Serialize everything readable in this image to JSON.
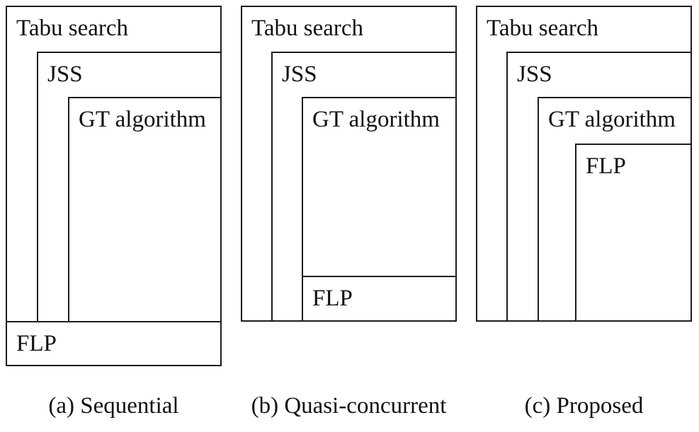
{
  "colors": {
    "background": "#ffffff",
    "line": "#1c1c1c",
    "text": "#111111"
  },
  "panels": {
    "a": {
      "caption": "(a) Sequential",
      "tabu": "Tabu search",
      "jss": "JSS",
      "gt": "GT algorithm",
      "flp": "FLP"
    },
    "b": {
      "caption": "(b) Quasi-concurrent",
      "tabu": "Tabu search",
      "jss": "JSS",
      "gt": "GT algorithm",
      "flp": "FLP"
    },
    "c": {
      "caption": "(c) Proposed",
      "tabu": "Tabu search",
      "jss": "JSS",
      "gt": "GT algorithm",
      "flp": "FLP"
    }
  }
}
